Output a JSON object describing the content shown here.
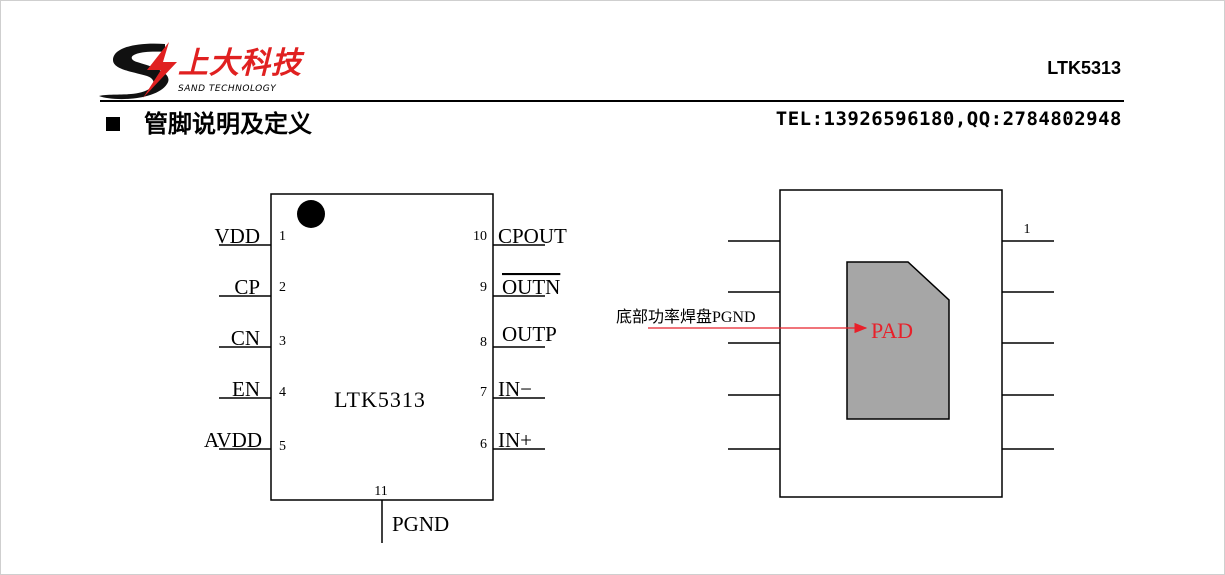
{
  "header": {
    "company_name_cn": "上大科技",
    "company_name_en": "SAND TECHNOLOGY",
    "part_number": "LTK5313"
  },
  "section": {
    "title": "管脚说明及定义"
  },
  "contact": "TEL:13926596180,QQ:2784802948",
  "chip": {
    "label": "LTK5313",
    "left_pins": [
      {
        "number": "1",
        "name": "VDD"
      },
      {
        "number": "2",
        "name": "CP"
      },
      {
        "number": "3",
        "name": "CN"
      },
      {
        "number": "4",
        "name": "EN"
      },
      {
        "number": "5",
        "name": "AVDD"
      }
    ],
    "right_pins": [
      {
        "number": "10",
        "name": "CPOUT"
      },
      {
        "number": "9",
        "name": "OUTN"
      },
      {
        "number": "8",
        "name": "OUTP"
      },
      {
        "number": "7",
        "name": "IN−"
      },
      {
        "number": "6",
        "name": "IN+"
      }
    ],
    "bottom_pin": {
      "number": "11",
      "name": "PGND"
    }
  },
  "package": {
    "pin1_label": "1",
    "pad_label": "PAD",
    "pad_annotation": "底部功率焊盘PGND"
  },
  "colors": {
    "brand_red": "#e02020",
    "pad_fill": "#a6a6a6",
    "annotation_red": "#e8202a"
  }
}
